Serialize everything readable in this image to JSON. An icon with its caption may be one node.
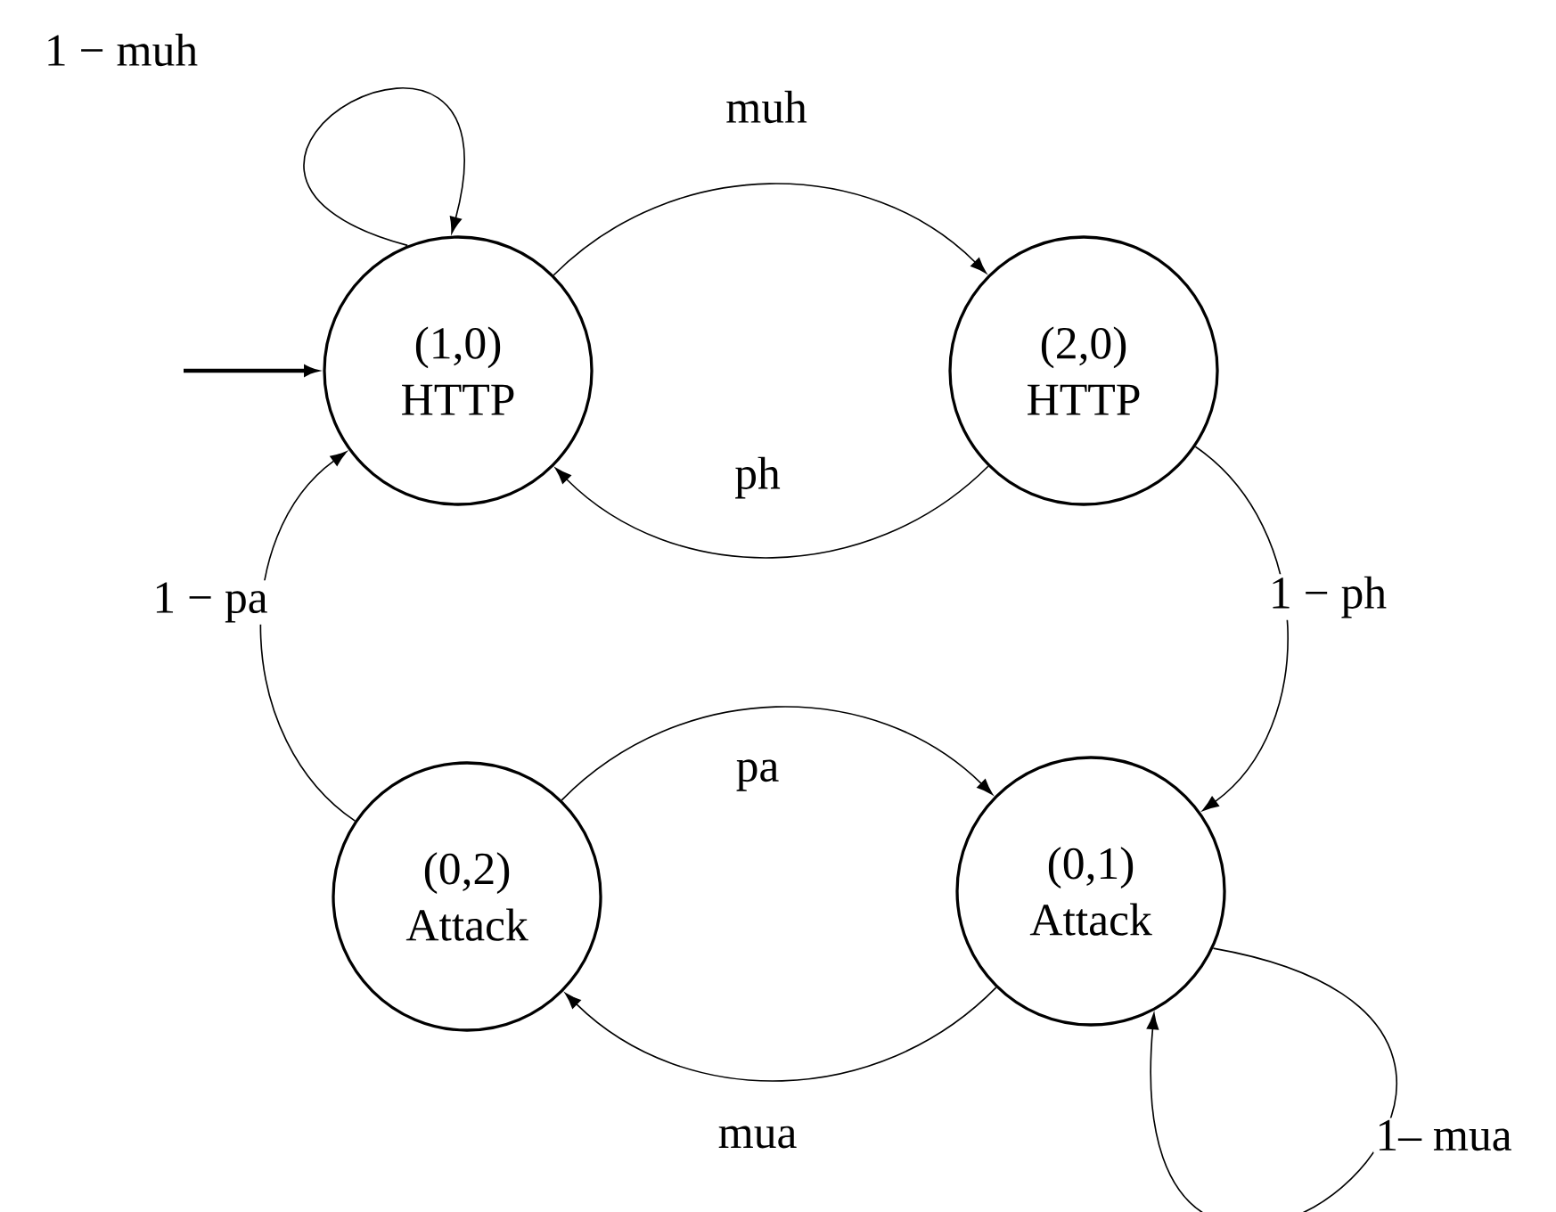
{
  "diagram": {
    "nodes": [
      {
        "text": [
          "(1,0)",
          "HTTP"
        ]
      },
      {
        "text": [
          "(2,0)",
          "HTTP"
        ]
      },
      {
        "text": [
          "(0,2)",
          "Attack"
        ]
      },
      {
        "text": [
          "(0,1)",
          "Attack"
        ]
      }
    ],
    "edges": [
      {
        "from": null,
        "to": 0,
        "arrow": "to",
        "style": "thick"
      },
      {
        "from": 0,
        "to": 0,
        "arrow": "to",
        "label": "1 − muh"
      },
      {
        "from": 0,
        "to": 1,
        "arrow": "to",
        "label": "muh"
      },
      {
        "from": 1,
        "to": 0,
        "arrow": "to",
        "label": "ph"
      },
      {
        "from": 1,
        "to": 3,
        "arrow": "to",
        "label": "1 − ph"
      },
      {
        "from": 2,
        "to": 0,
        "arrow": "to",
        "label": "1 − pa"
      },
      {
        "from": 2,
        "to": 3,
        "arrow": "to",
        "label": "pa"
      },
      {
        "from": 3,
        "to": 2,
        "arrow": "to",
        "label": "mua"
      },
      {
        "from": 3,
        "to": 3,
        "arrow": "to",
        "label": "1– mua"
      }
    ]
  }
}
